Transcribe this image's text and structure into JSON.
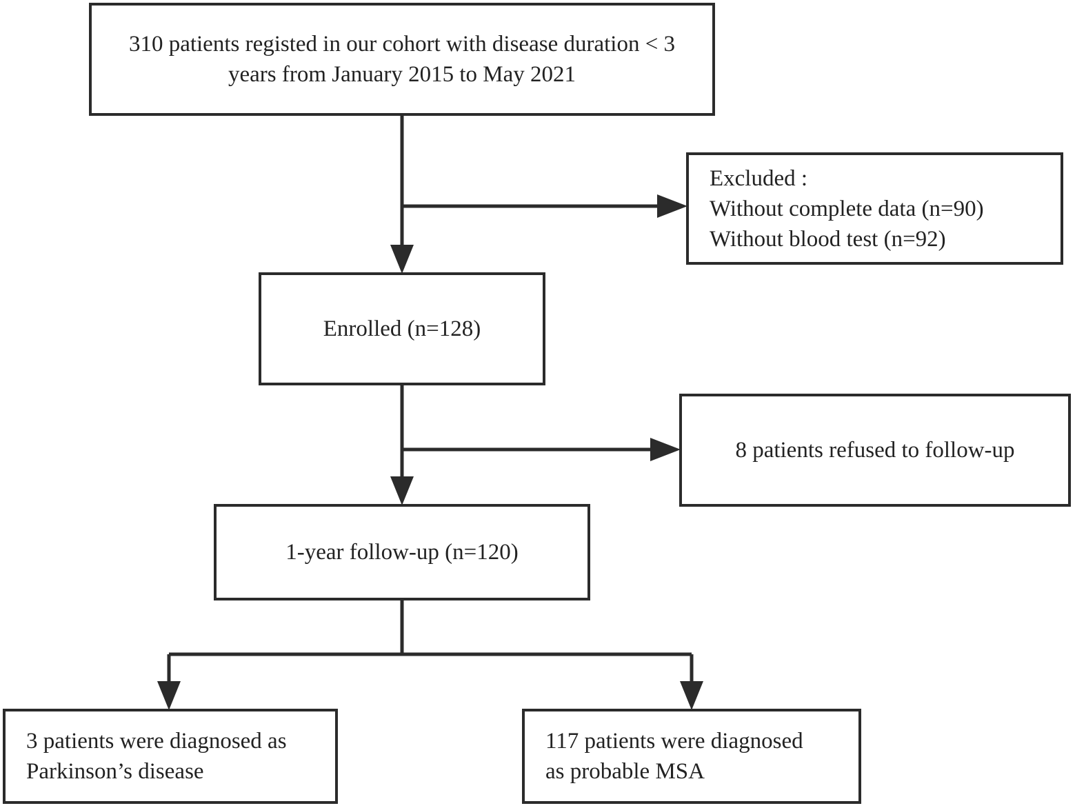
{
  "boxes": {
    "registered": {
      "lines": [
        "310 patients registed in our cohort  with disease duration < 3",
        "years from January 2015 to May 2021"
      ]
    },
    "excluded": {
      "lines": [
        "Excluded :",
        "Without complete data (n=90)",
        "Without blood test (n=92)"
      ]
    },
    "enrolled": {
      "lines": [
        "Enrolled (n=128)"
      ]
    },
    "refused": {
      "lines": [
        "8 patients refused to follow-up"
      ]
    },
    "follow_up": {
      "lines": [
        "1-year follow-up (n=120)"
      ]
    },
    "parkinsons": {
      "lines": [
        "3 patients were diagnosed as",
        "Parkinson’s disease"
      ]
    },
    "msa": {
      "lines": [
        "117 patients were diagnosed",
        "as probable MSA"
      ]
    }
  },
  "colors": {
    "line": "#2b2b2b",
    "text": "#222222",
    "background": "#ffffff"
  }
}
